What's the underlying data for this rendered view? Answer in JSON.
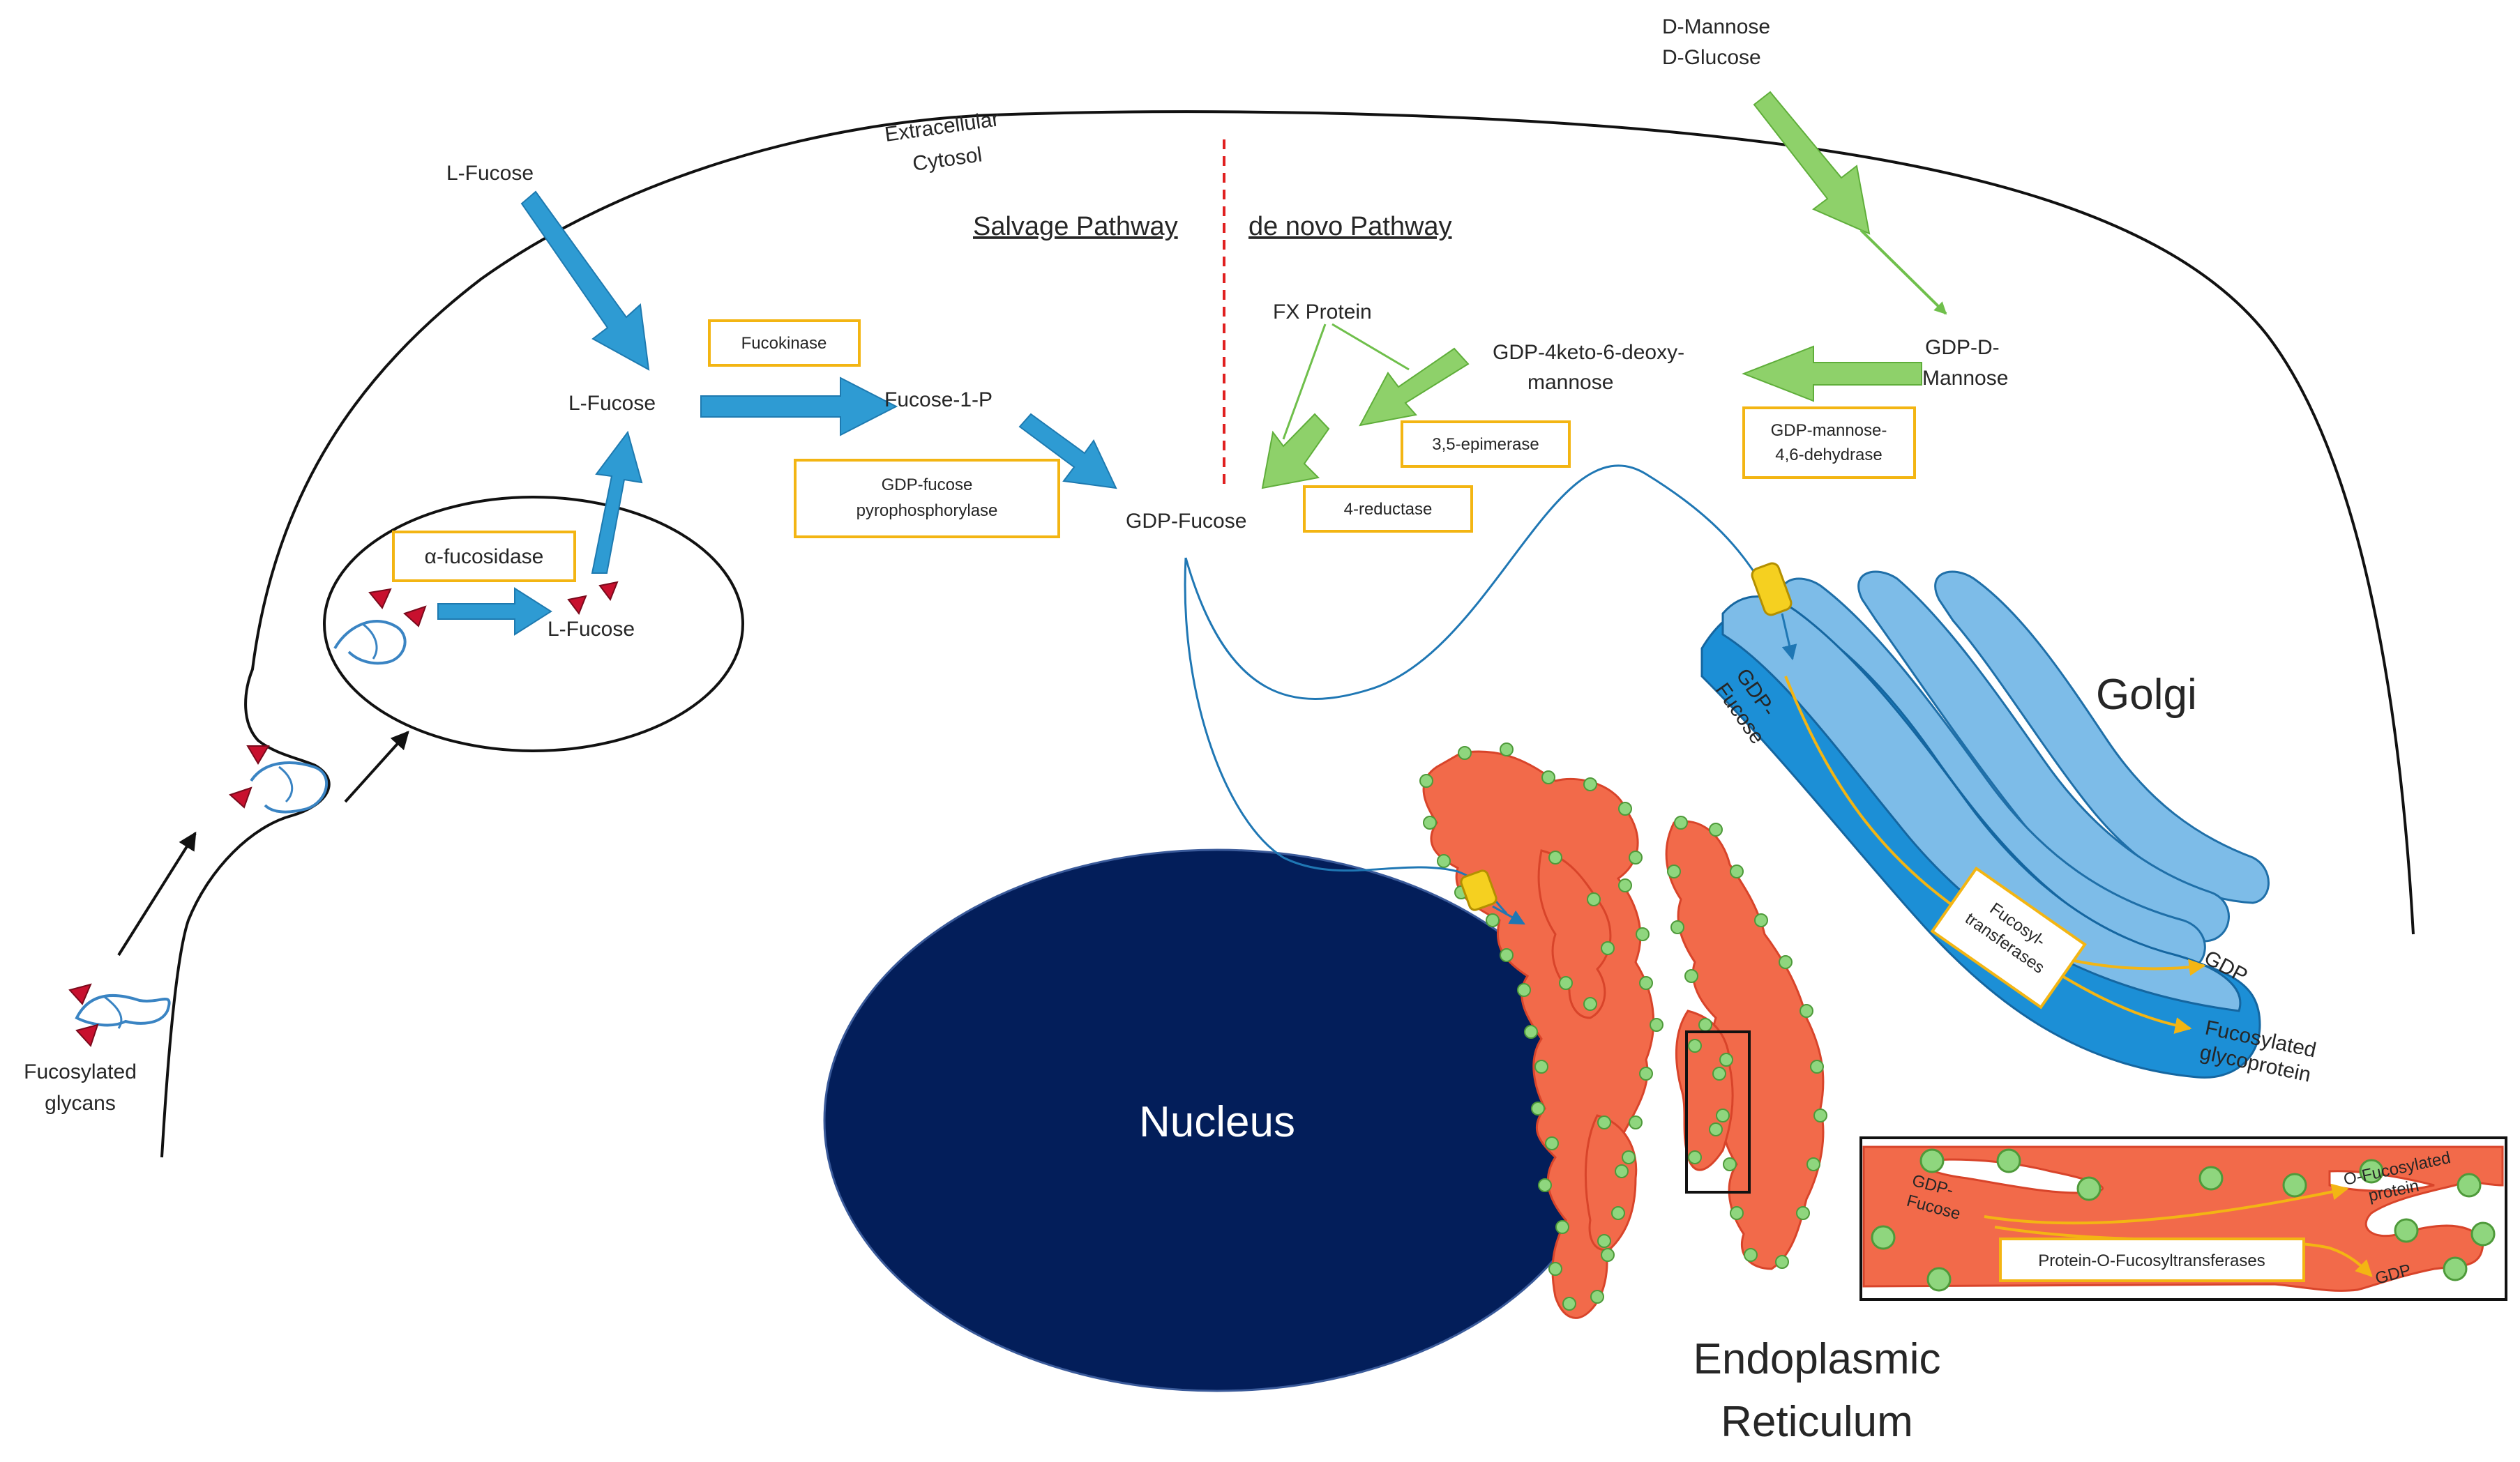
{
  "labels": {
    "extracellular": "Extracellular",
    "cytosol": "Cytosol",
    "l_fucose_outside": "L-Fucose",
    "l_fucose_cytosol": "L-Fucose",
    "l_fucose_lysosome": "L-Fucose",
    "fucose_1_p": "Fucose-1-P",
    "gdp_fucose": "GDP-Fucose",
    "salvage_pathway": "Salvage Pathway",
    "de_novo_pathway": "de novo Pathway",
    "fx_protein": "FX Protein",
    "gdp_4keto_line1": "GDP-4keto-6-deoxy-",
    "gdp_4keto_line2": "mannose",
    "gdp_d_mannose_line1": "GDP-D-",
    "gdp_d_mannose_line2": "Mannose",
    "d_mannose": "D-Mannose",
    "d_glucose": "D-Glucose",
    "fucosylated_glycans_line1": "Fucosylated",
    "fucosylated_glycans_line2": "glycans",
    "nucleus": "Nucleus",
    "golgi": "Golgi",
    "er_line1": "Endoplasmic",
    "er_line2": "Reticulum",
    "golgi_gdp_fucose_line1": "GDP-",
    "golgi_gdp_fucose_line2": "Fucose",
    "golgi_gdp": "GDP",
    "fucosylated_glycoprotein_line1": "Fucosylated",
    "fucosylated_glycoprotein_line2": "glycoprotein",
    "inset_gdp_fucose_line1": "GDP-",
    "inset_gdp_fucose_line2": "Fucose",
    "inset_o_fucosylated_line1": "O-Fucosylated",
    "inset_o_fucosylated_line2": "protein",
    "inset_gdp": "GDP"
  },
  "enzymes": {
    "alpha_fucosidase": "α-fucosidase",
    "fucokinase": "Fucokinase",
    "gdp_fucose_pyrophosphorylase_line1": "GDP-fucose",
    "gdp_fucose_pyrophosphorylase_line2": "pyrophosphorylase",
    "epimerase": "3,5-epimerase",
    "reductase": "4-reductase",
    "gdp_mannose_dehydrase_line1": "GDP-mannose-",
    "gdp_mannose_dehydrase_line2": "4,6-dehydrase",
    "fucosyltransferases_line1": "Fucosyl-",
    "fucosyltransferases_line2": "transferases",
    "protein_o_fucosyltransferases": "Protein-O-Fucosyltransferases"
  },
  "colors": {
    "salvage_arrow": "#2E9BD3",
    "de_novo_arrow": "#8ED16A",
    "enzyme_box_border": "#F3B513",
    "nucleus": "#031E5A",
    "er": "#F26A4A",
    "er_dots": "#8FD67E",
    "golgi_front": "#1C8FD6",
    "golgi_back": "#7DBCE8",
    "transporter": "#F5D020",
    "glycan_marker": "#C8102E",
    "glycan_line": "#3A84C3"
  }
}
